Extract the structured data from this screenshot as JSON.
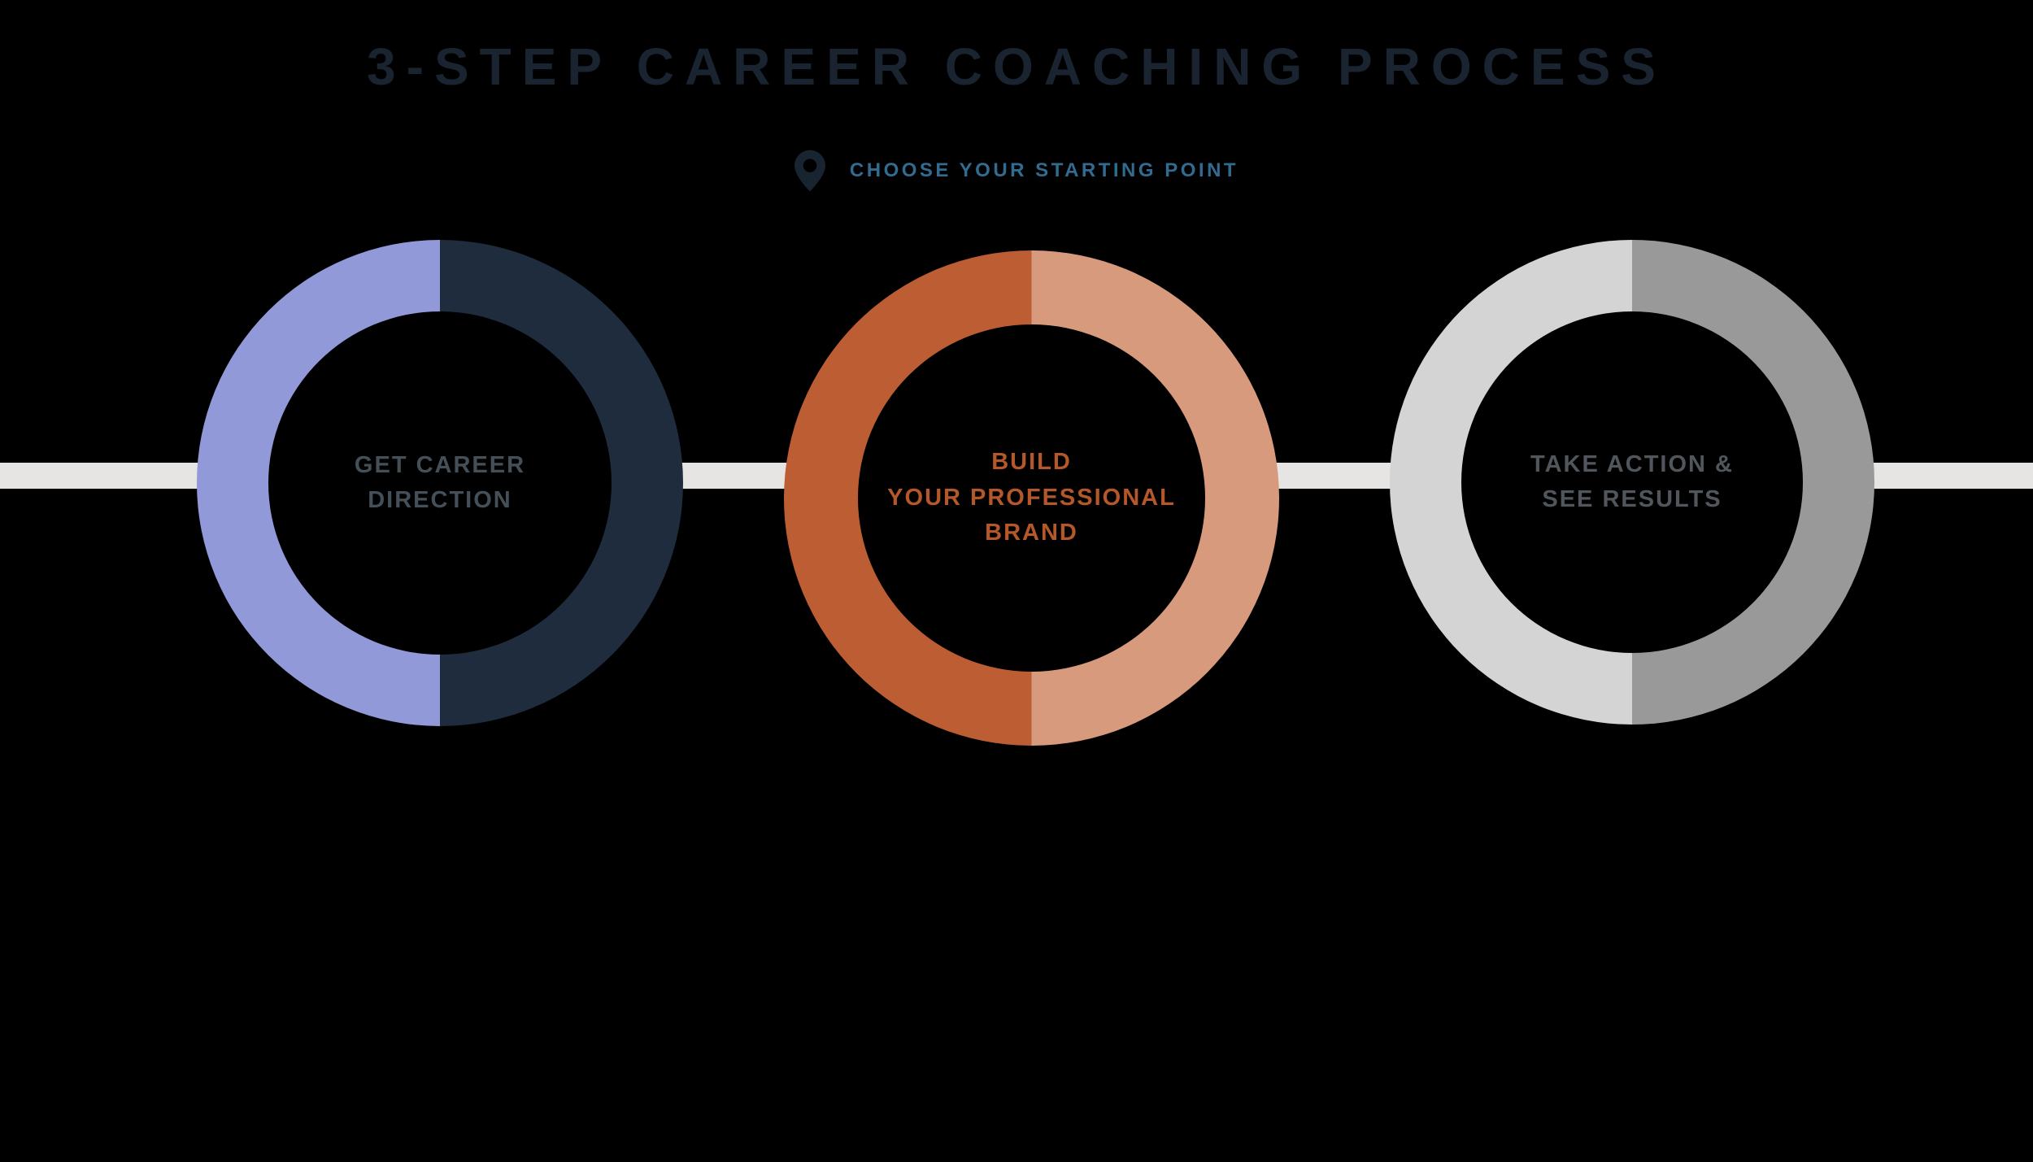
{
  "title": "3-STEP CAREER COACHING PROCESS",
  "subtitle": {
    "icon": "map-pin-icon",
    "label": "CHOOSE YOUR STARTING POINT"
  },
  "steps": [
    {
      "label": "GET CAREER\nDIRECTION",
      "ring_left": "#9199d9",
      "ring_right": "#1f2c3e",
      "label_color": "#454f58"
    },
    {
      "label": "BUILD\nYOUR PROFESSIONAL\nBRAND",
      "ring_left": "#bd5d33",
      "ring_right": "#d89a7d",
      "label_color": "#b4582a"
    },
    {
      "label": "TAKE ACTION &\nSEE RESULTS",
      "ring_left": "#d4d4d4",
      "ring_right": "#999999",
      "label_color": "#50565c"
    }
  ],
  "colors": {
    "background": "#000000",
    "title": "#1a2430",
    "subtitle": "#316c90",
    "pin": "#182430",
    "timeline": "#e6e5e3"
  }
}
